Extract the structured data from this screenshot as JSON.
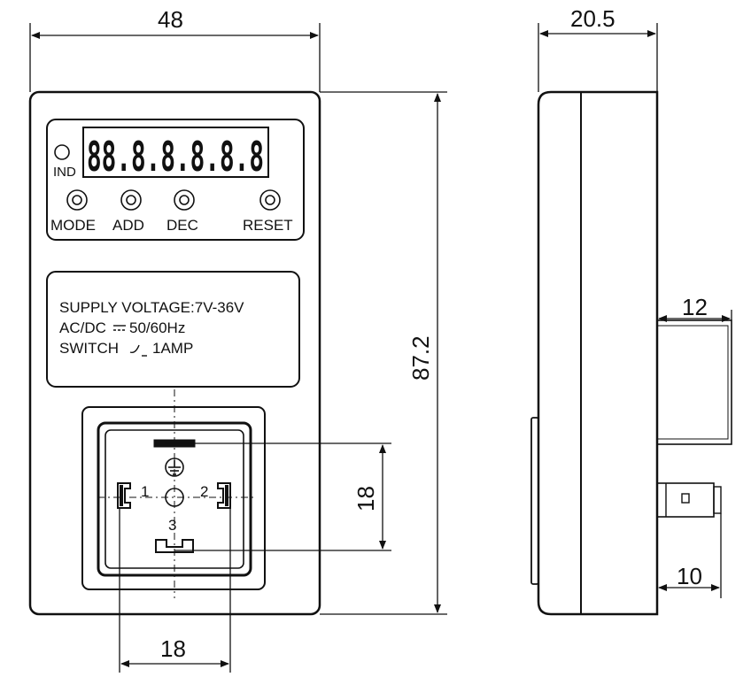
{
  "dimensions": {
    "front_width": "48",
    "side_width": "20.5",
    "height": "87.2",
    "plug_offset": "12",
    "plug_length": "10",
    "socket_pin_vertical": "18",
    "socket_pin_horizontal": "18"
  },
  "display": {
    "digits": "88.8.8.8.8.8",
    "indicator_label": "IND"
  },
  "buttons": [
    "MODE",
    "ADD",
    "DEC",
    "RESET"
  ],
  "spec_label": {
    "line1": "SUPPLY VOLTAGE:7V-36V",
    "line2": "AC/DC",
    "line2_value": "50/60Hz",
    "line3": "SWITCH",
    "line3_value": "1AMP"
  },
  "socket": {
    "pin1": "1",
    "pin2": "2",
    "pin3": "3"
  }
}
